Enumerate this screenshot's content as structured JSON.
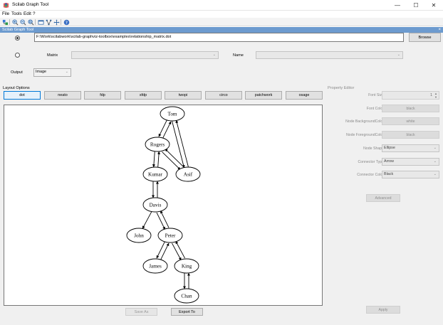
{
  "window": {
    "title": "Scilab Graph Tool",
    "minimize_glyph": "—",
    "maximize_glyph": "☐",
    "close_glyph": "✕"
  },
  "menu": [
    "File",
    "Tools",
    "Edit",
    "?"
  ],
  "toolbar": {
    "icons": [
      "workflow-icon",
      "zoom-in-icon",
      "zoom-out-icon",
      "zoom-fit-icon",
      "window-icon",
      "branch-icon",
      "move-icon",
      "help-icon"
    ]
  },
  "panel": {
    "title": "Scilab Graph Tool",
    "close_glyph": "×"
  },
  "file": {
    "path": "F:\\Work\\scilabwork\\scilab-graphviz-toolbox\\examples\\relationship_matrix.dot",
    "browse_label": "Browse",
    "selected": true
  },
  "matrix": {
    "label": "Matrix",
    "value": "",
    "name_label": "Name",
    "name_value": ""
  },
  "output": {
    "label": "Output",
    "value": "Image"
  },
  "layout": {
    "label": "Layout Options",
    "engines": [
      "dot",
      "neato",
      "fdp",
      "sfdp",
      "twopi",
      "circo",
      "patchwork",
      "osage"
    ],
    "active": "dot"
  },
  "property_editor": {
    "label": "Property Editor",
    "font_size": {
      "label": "Font Size",
      "value": "1"
    },
    "font_color": {
      "label": "Font Color",
      "value": "black"
    },
    "node_bg": {
      "label": "Node BackgroundColor",
      "value": "white"
    },
    "node_fg": {
      "label": "Node ForegroundColor",
      "value": "black"
    },
    "node_shape": {
      "label": "Node Shape",
      "value": "Ellipse"
    },
    "connector_type": {
      "label": "Connector Type",
      "value": "Arrow"
    },
    "connector_color": {
      "label": "Connector Color",
      "value": "Black"
    },
    "advanced_label": "Advanced",
    "apply_label": "Apply"
  },
  "actions": {
    "save_as": "Save As",
    "export_to": "Export To"
  },
  "graph": {
    "nodes": [
      {
        "id": "tom",
        "label": "Tom"
      },
      {
        "id": "rogers",
        "label": "Rogers"
      },
      {
        "id": "kumar",
        "label": "Kumar"
      },
      {
        "id": "asif",
        "label": "Asif"
      },
      {
        "id": "davis",
        "label": "Davis"
      },
      {
        "id": "john",
        "label": "John"
      },
      {
        "id": "peter",
        "label": "Peter"
      },
      {
        "id": "james",
        "label": "James"
      },
      {
        "id": "king",
        "label": "King"
      },
      {
        "id": "chan",
        "label": "Chan"
      }
    ],
    "edges": [
      [
        "tom",
        "rogers"
      ],
      [
        "rogers",
        "tom"
      ],
      [
        "tom",
        "asif"
      ],
      [
        "asif",
        "tom"
      ],
      [
        "rogers",
        "kumar"
      ],
      [
        "kumar",
        "rogers"
      ],
      [
        "rogers",
        "asif"
      ],
      [
        "asif",
        "rogers"
      ],
      [
        "kumar",
        "davis"
      ],
      [
        "davis",
        "kumar"
      ],
      [
        "davis",
        "john"
      ],
      [
        "davis",
        "peter"
      ],
      [
        "peter",
        "davis"
      ],
      [
        "peter",
        "james"
      ],
      [
        "james",
        "peter"
      ],
      [
        "peter",
        "king"
      ],
      [
        "king",
        "peter"
      ],
      [
        "king",
        "chan"
      ],
      [
        "chan",
        "king"
      ]
    ]
  }
}
